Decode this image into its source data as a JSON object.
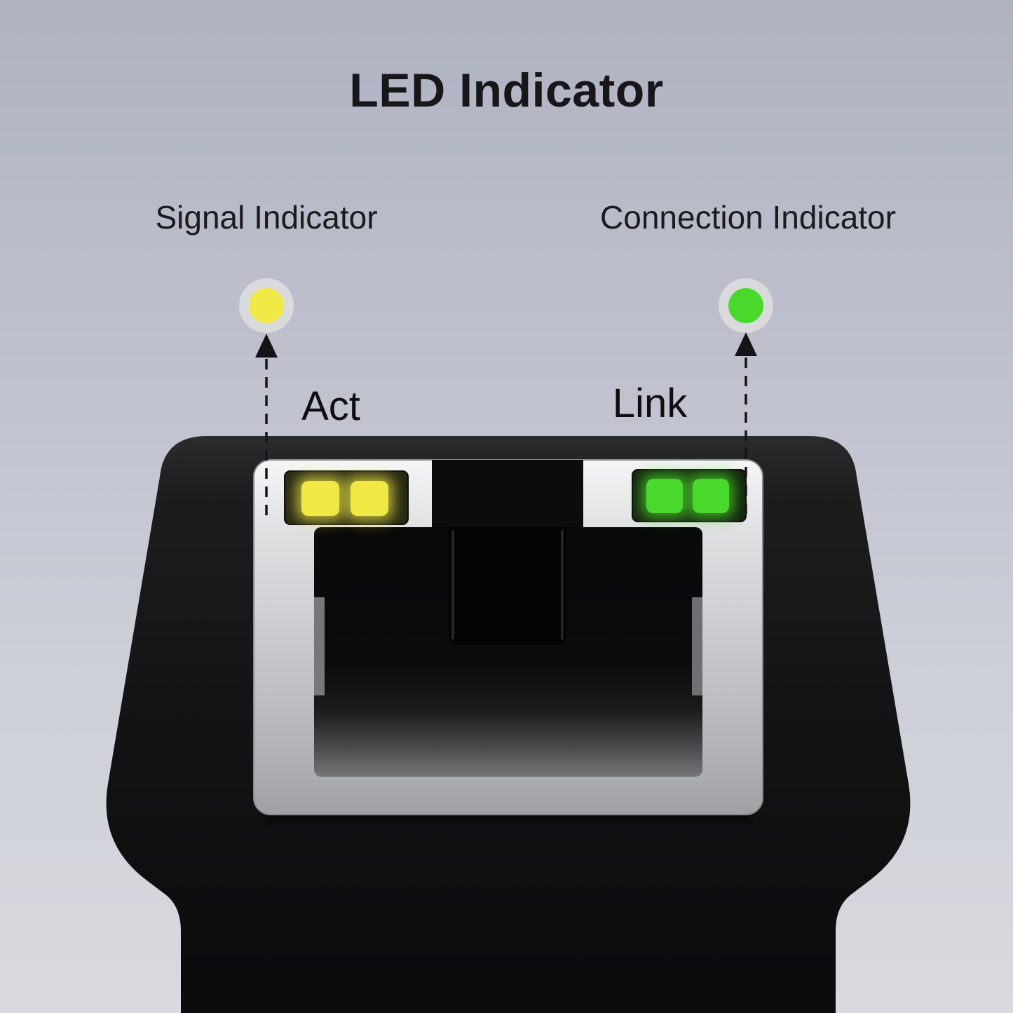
{
  "title": "LED Indicator",
  "annotations": {
    "signal": {
      "label": "Signal Indicator",
      "dot_icon": "led-dot-yellow",
      "dot_color": "#f0e945",
      "dot_ring_color": "#d9dadc"
    },
    "connection": {
      "label": "Connection Indicator",
      "dot_icon": "led-dot-green",
      "dot_color": "#49d92c",
      "dot_ring_color": "#d9dadc"
    }
  },
  "device": {
    "act_label": "Act",
    "link_label": "Link",
    "led_act_color": "#f0e945",
    "led_link_color": "#49d92c",
    "port_type": "rj45-ethernet-port"
  },
  "colors": {
    "arrow": "#141418",
    "heading_text": "#17171a",
    "label_text": "#1b1b1e",
    "device_body": "#131315",
    "port_bezel_silver": "#c6c7ca",
    "background_top": "#afb2c1",
    "background_bottom": "#d9dadf"
  }
}
